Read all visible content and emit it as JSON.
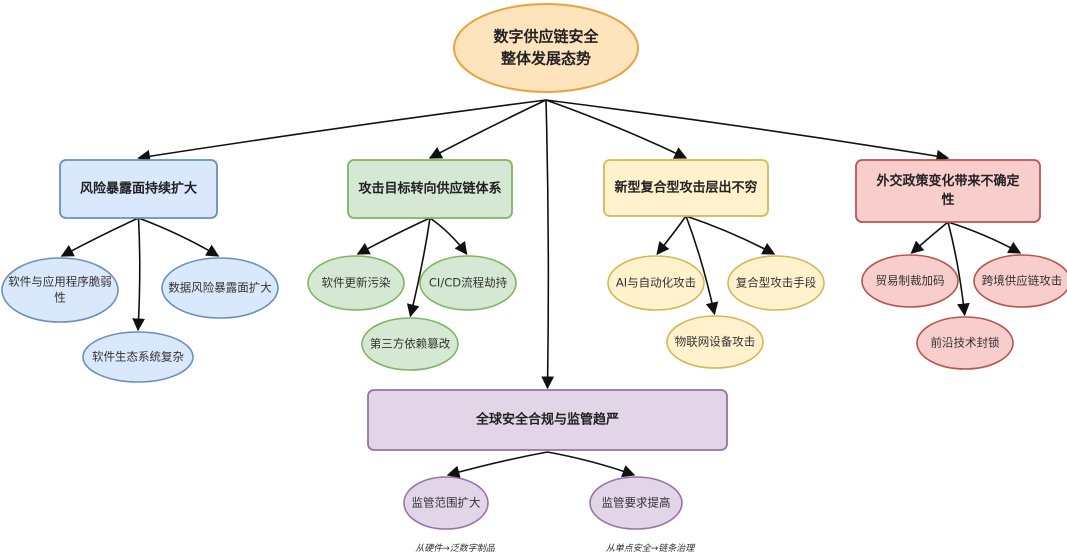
{
  "root": {
    "lines": [
      "数字供应链安全",
      "整体发展态势"
    ]
  },
  "colors": {
    "root_fill": "#fde4bd",
    "root_stroke": "#e8a33a",
    "blue_fill": "#dae8fc",
    "blue_stroke": "#6c8ebf",
    "green_fill": "#d5e8d4",
    "green_stroke": "#82b366",
    "yellow_fill": "#fff2cc",
    "yellow_stroke": "#d6b656",
    "red_fill": "#f8cecc",
    "red_stroke": "#b85450",
    "purple_fill": "#e1d5e7",
    "purple_stroke": "#9673a6"
  },
  "branches": [
    {
      "lines": [
        "风险暴露面持续扩大"
      ],
      "children": [
        [
          "软件与应用程序脆弱",
          "性"
        ],
        [
          "数据风险暴露面扩大"
        ],
        [
          "软件生态系统复杂"
        ]
      ]
    },
    {
      "lines": [
        "攻击目标转向供应链体系"
      ],
      "children": [
        [
          "软件更新污染"
        ],
        [
          "CI/CD流程劫持"
        ],
        [
          "第三方依赖篡改"
        ]
      ]
    },
    {
      "lines": [
        "新型复合型攻击层出不穷"
      ],
      "children": [
        [
          "AI与自动化攻击"
        ],
        [
          "复合型攻击手段"
        ],
        [
          "物联网设备攻击"
        ]
      ]
    },
    {
      "lines": [
        "外交政策变化带来不确定",
        "性"
      ],
      "children": [
        [
          "贸易制裁加码"
        ],
        [
          "跨境供应链攻击"
        ],
        [
          "前沿技术封锁"
        ]
      ]
    },
    {
      "lines": [
        "全球安全合规与监管趋严"
      ],
      "children": [
        [
          "监管范围扩大"
        ],
        [
          "监管要求提高"
        ]
      ],
      "captions": [
        "从硬件→泛数字制品",
        "从单点安全→链条治理"
      ]
    }
  ]
}
